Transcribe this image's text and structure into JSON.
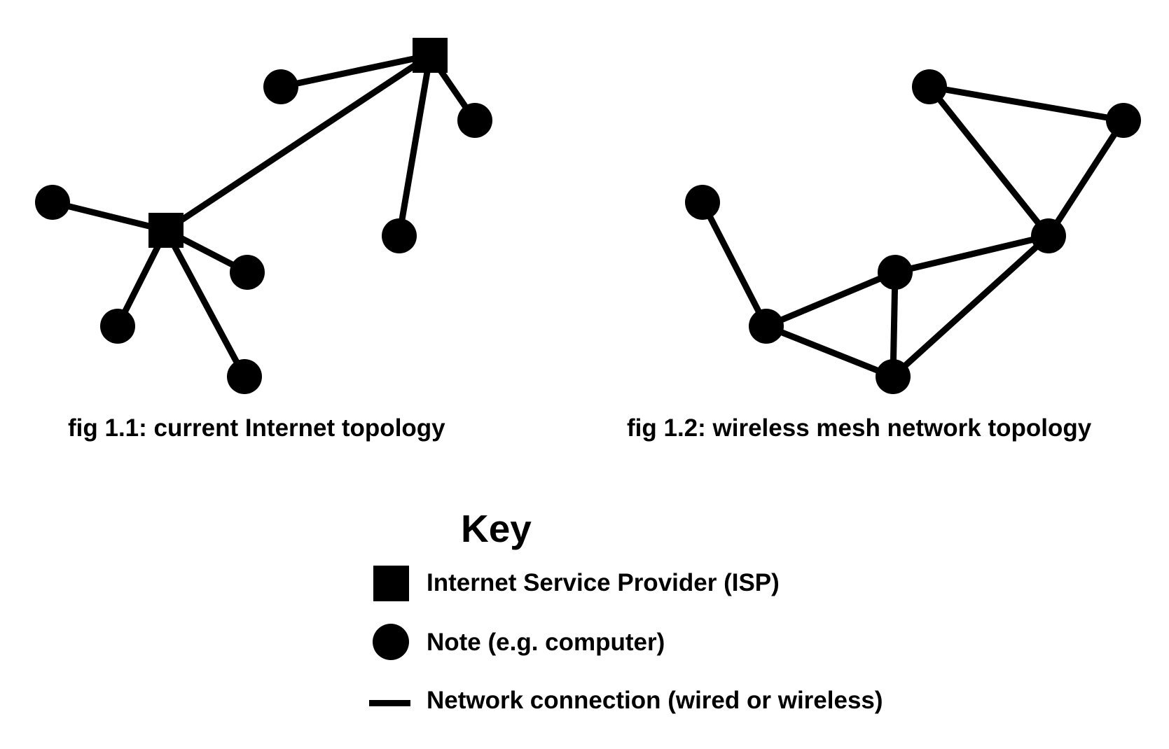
{
  "figures": [
    {
      "caption": "fig 1.1: current Internet topology",
      "node_count": 7,
      "isp_count": 2
    },
    {
      "caption": "fig 1.2: wireless mesh network topology",
      "node_count": 7,
      "isp_count": 0
    }
  ],
  "key": {
    "title": "Key",
    "items": [
      {
        "symbol": "square",
        "label": "Internet Service Provider (ISP)"
      },
      {
        "symbol": "circle",
        "label": "Note (e.g. computer)"
      },
      {
        "symbol": "line",
        "label": "Network connection (wired or wireless)"
      }
    ]
  },
  "colors": {
    "ink": "#000000",
    "background": "#ffffff"
  }
}
